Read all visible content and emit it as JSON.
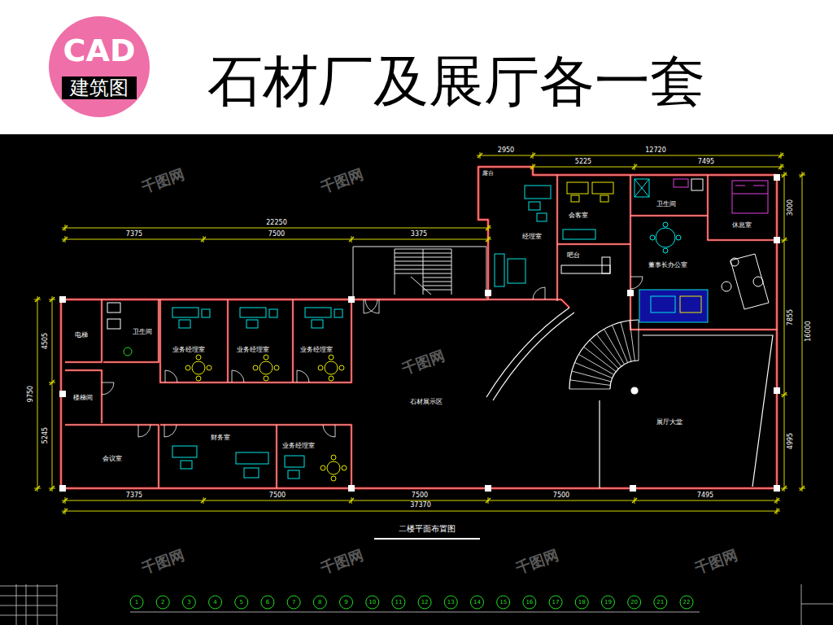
{
  "diagram": {
    "title": "石材厂及展厅各一套",
    "caption": "二楼平面布置图",
    "nodes": [
      {
        "text": [
          "电梯"
        ]
      },
      {
        "text": [
          "卫生间"
        ]
      },
      {
        "text": [
          "业务经理室"
        ]
      },
      {
        "text": [
          "业务经理室"
        ]
      },
      {
        "text": [
          "业务经理室"
        ]
      },
      {
        "text": [
          "楼梯间"
        ]
      },
      {
        "text": [
          "会议室"
        ]
      },
      {
        "text": [
          "财务室"
        ]
      },
      {
        "text": [
          "业务经理室"
        ]
      },
      {
        "text": [
          "石材展示区"
        ]
      },
      {
        "text": [
          "经理室"
        ]
      },
      {
        "text": [
          "会客室"
        ]
      },
      {
        "text": [
          "吧台"
        ]
      },
      {
        "text": [
          "卫生间"
        ]
      },
      {
        "text": [
          "休息室"
        ]
      },
      {
        "text": [
          "董事长办公室"
        ]
      },
      {
        "text": [
          "展厅大堂"
        ]
      }
    ],
    "labels": [
      "CAD",
      "建筑图",
      "2950",
      "12720",
      "5225",
      "7495",
      "22250",
      "7375",
      "7500",
      "3375",
      "4505",
      "9750",
      "5245",
      "3000",
      "7855",
      "16000",
      "4995",
      "7375",
      "7500",
      "7500",
      "7500",
      "7495",
      "37370",
      "露台",
      "千图网",
      "千图网",
      "千图网",
      "千图网",
      "千图网",
      "千图网",
      "千图网",
      "1",
      "2",
      "3",
      "4",
      "5",
      "6",
      "7",
      "8",
      "9",
      "10",
      "11",
      "12",
      "13",
      "14",
      "15",
      "16",
      "17",
      "18",
      "19",
      "20",
      "21",
      "22"
    ]
  }
}
